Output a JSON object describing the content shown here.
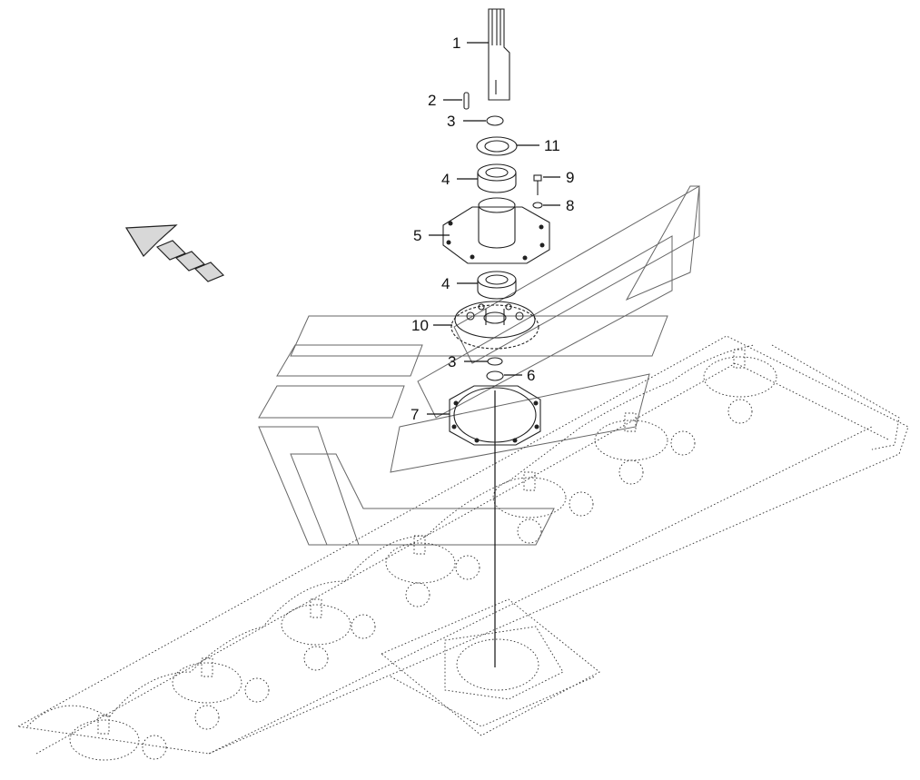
{
  "diagram": {
    "callouts": [
      {
        "id": "1",
        "label": "1"
      },
      {
        "id": "2",
        "label": "2"
      },
      {
        "id": "3a",
        "label": "3"
      },
      {
        "id": "11",
        "label": "11"
      },
      {
        "id": "4a",
        "label": "4"
      },
      {
        "id": "9",
        "label": "9"
      },
      {
        "id": "8",
        "label": "8"
      },
      {
        "id": "5",
        "label": "5"
      },
      {
        "id": "4b",
        "label": "4"
      },
      {
        "id": "10",
        "label": "10"
      },
      {
        "id": "3b",
        "label": "3"
      },
      {
        "id": "6",
        "label": "6"
      },
      {
        "id": "7",
        "label": "7"
      }
    ],
    "direction_arrow": "direction-arrow-icon"
  }
}
